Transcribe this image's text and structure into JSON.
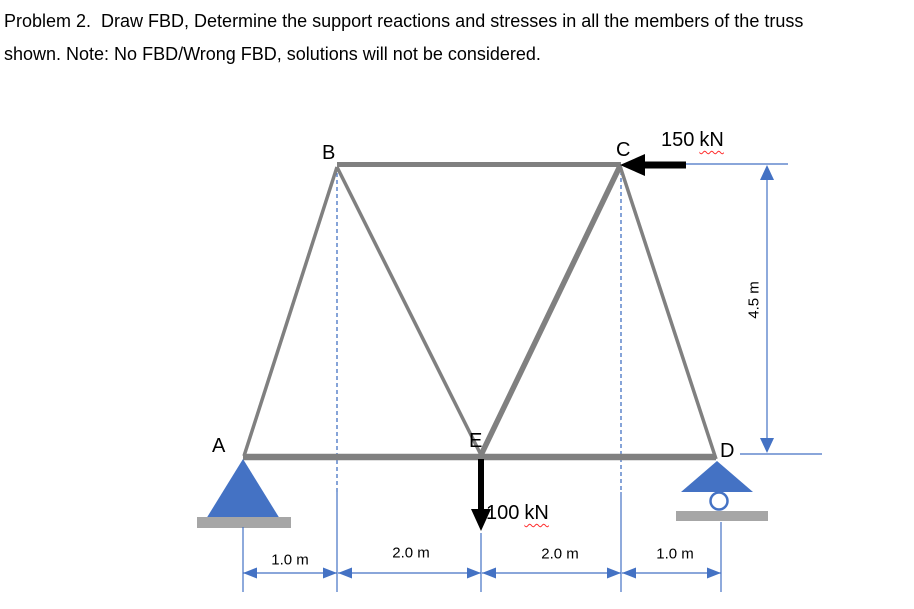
{
  "problem": {
    "line1": "Problem 2.  Draw FBD, Determine the support reactions and stresses in all the members of the truss",
    "line2": "shown. Note: No FBD/Wrong FBD, solutions will not be considered."
  },
  "truss": {
    "node_labels": {
      "A": "A",
      "B": "B",
      "C": "C",
      "D": "D",
      "E": "E"
    },
    "members": [
      "AB",
      "BC",
      "BE",
      "EC",
      "CD",
      "AD"
    ],
    "supports": {
      "A": "pin",
      "D": "roller"
    },
    "forces": {
      "at_C": {
        "value": "150",
        "unit": "kN",
        "direction": "left"
      },
      "at_E": {
        "value": "100",
        "unit": "kN",
        "direction": "down"
      }
    },
    "dimensions": {
      "horizontal": [
        "1.0 m",
        "2.0 m",
        "2.0 m",
        "1.0 m"
      ],
      "vertical": "4.5 m"
    },
    "colors": {
      "member_gray": "#808080",
      "base_gray": "#A6A6A6",
      "accent_blue": "#4472C4",
      "force_black": "#000000",
      "squiggle_red": "#FF2B2B"
    }
  }
}
